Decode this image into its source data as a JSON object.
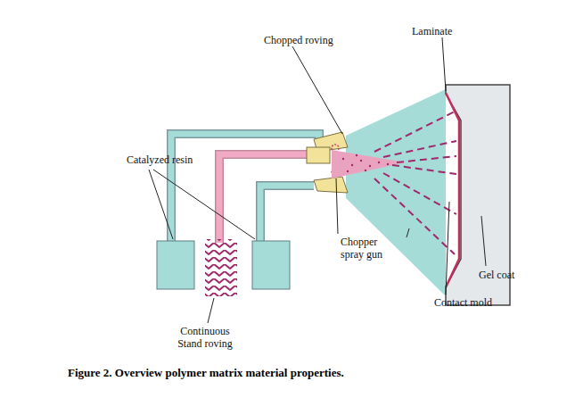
{
  "diagram": {
    "caption": "Figure 2. Overview polymer matrix material properties.",
    "labels": [
      "Chopped roving",
      "Laminate",
      "Catalyzed resin",
      "Chopper spray gun",
      "Gel coat",
      "Contact mold",
      "Continuous Stand roving"
    ]
  }
}
